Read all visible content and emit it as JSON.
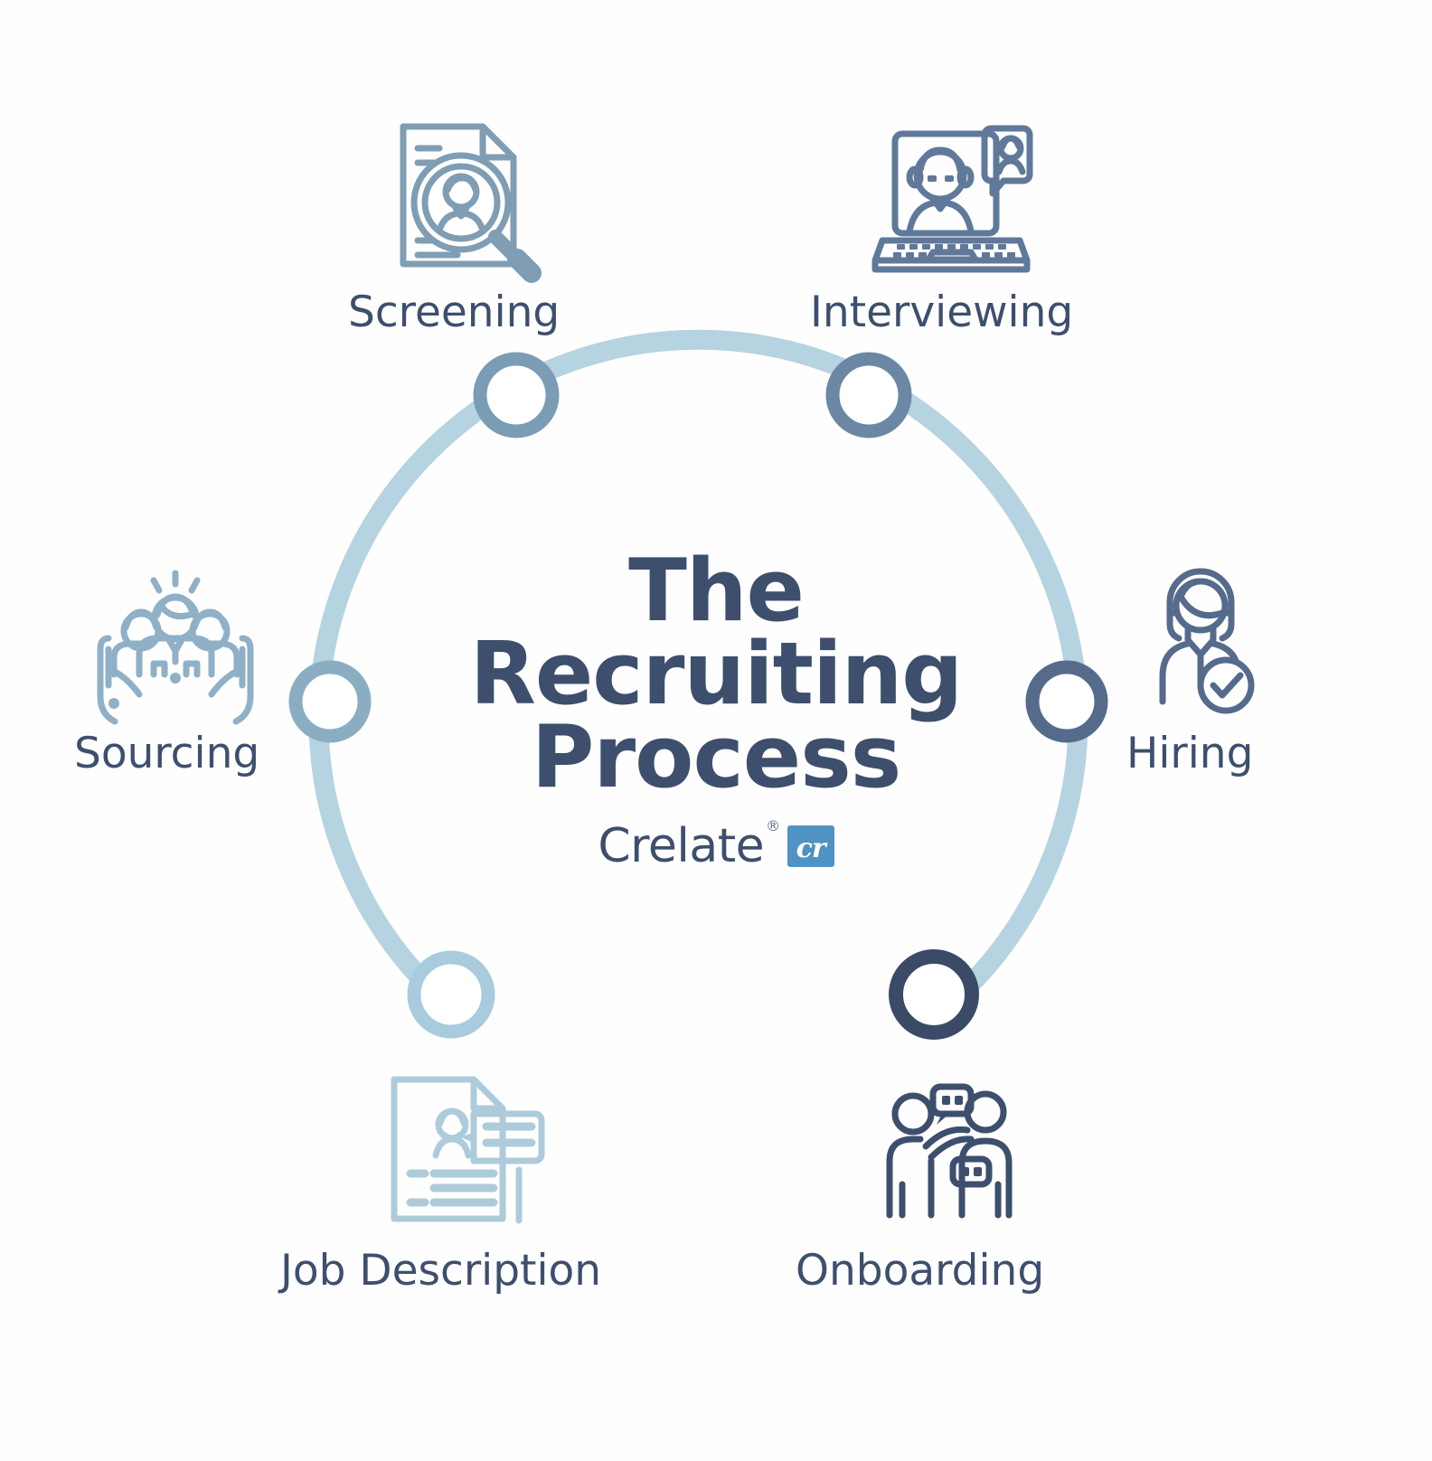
{
  "title": {
    "line1": "The",
    "line2": "Recruiting",
    "line3": "Process",
    "full": "The\nRecruiting\nProcess"
  },
  "brand": {
    "name": "Crelate",
    "trademark": "®",
    "badge_text": "cr",
    "badge_color": "#4f92c4"
  },
  "palette": {
    "background": "#fefefe",
    "text_navy": "#3d4f6d",
    "arc_track": "#b5d3e0",
    "step_colors": [
      "#a8cbdd",
      "#8badc2",
      "#7b9cb5",
      "#6b87a3",
      "#566b8c",
      "#3b4a66"
    ]
  },
  "diagram": {
    "type": "circular-process",
    "step_count": 6,
    "order_note": "clockwise from Job Description (bottom-left) through Onboarding (bottom-right)"
  },
  "steps": [
    {
      "id": "job-description",
      "label": "Job Description",
      "icon": "document-person-speech-icon",
      "color": "#a8cbdd",
      "position": "bottom-left"
    },
    {
      "id": "sourcing",
      "label": "Sourcing",
      "icon": "hands-holding-people-icon",
      "color": "#8badc2",
      "position": "left"
    },
    {
      "id": "screening",
      "label": "Screening",
      "icon": "resume-magnifier-icon",
      "color": "#7b9cb5",
      "position": "top-left"
    },
    {
      "id": "interviewing",
      "label": "Interviewing",
      "icon": "laptop-video-interview-icon",
      "color": "#6b87a3",
      "position": "top-right"
    },
    {
      "id": "hiring",
      "label": "Hiring",
      "icon": "person-check-badge-icon",
      "color": "#566b8c",
      "position": "right"
    },
    {
      "id": "onboarding",
      "label": "Onboarding",
      "icon": "two-people-welcome-icon",
      "color": "#3b4a66",
      "position": "bottom-right"
    }
  ]
}
